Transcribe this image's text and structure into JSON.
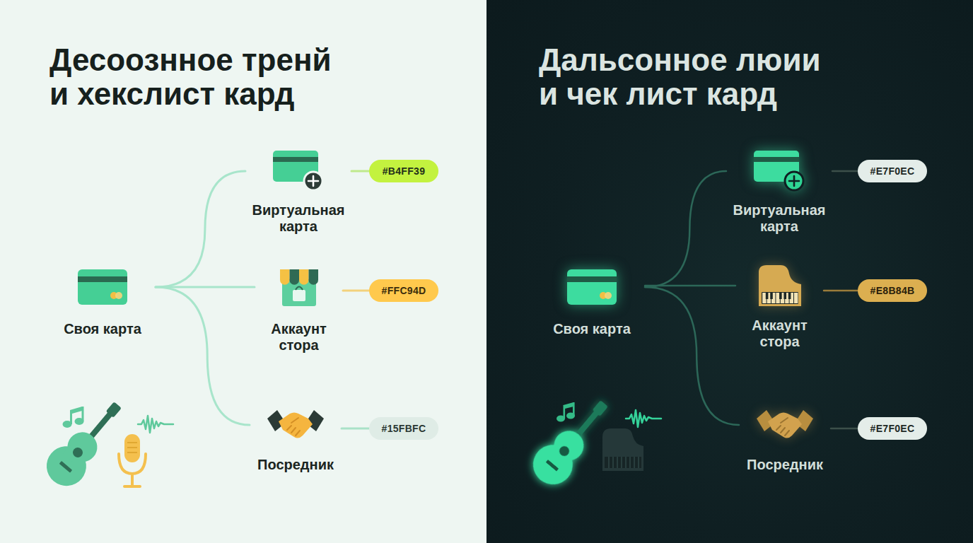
{
  "diagram": {
    "title": "Десоознное тренй и хекслист кард",
    "nodes": [
      {
        "text": [
          "Своя карта"
        ]
      },
      {
        "text": [
          "Виртуальная карта"
        ]
      },
      {
        "text": [
          "#B4FF39"
        ]
      },
      {
        "text": [
          "Аккаунт стора"
        ]
      },
      {
        "text": [
          "#FFC94D"
        ]
      },
      {
        "text": [
          "Посредник"
        ]
      },
      {
        "text": [
          "#15FBFC"
        ]
      },
      {
        "text": [
          "Своя карта"
        ]
      },
      {
        "text": [
          "Виртуальная карта"
        ]
      },
      {
        "text": [
          "#E7F0EC"
        ]
      },
      {
        "text": [
          "Аккаунт стора"
        ]
      },
      {
        "text": [
          "#E8B84B"
        ]
      },
      {
        "text": [
          "Посредник"
        ]
      },
      {
        "text": [
          "#E7F0EC"
        ]
      }
    ],
    "edges": [
      {
        "from": 0,
        "to": 1,
        "arrow": "none"
      },
      {
        "from": 0,
        "to": 3,
        "arrow": "none"
      },
      {
        "from": 0,
        "to": 5,
        "arrow": "none"
      },
      {
        "from": 1,
        "to": 2,
        "arrow": "none"
      },
      {
        "from": 3,
        "to": 4,
        "arrow": "none"
      },
      {
        "from": 5,
        "to": 6,
        "arrow": "none"
      },
      {
        "from": 7,
        "to": 8,
        "arrow": "none"
      },
      {
        "from": 7,
        "to": 10,
        "arrow": "none"
      },
      {
        "from": 7,
        "to": 12,
        "arrow": "none"
      },
      {
        "from": 8,
        "to": 9,
        "arrow": "none"
      },
      {
        "from": 10,
        "to": 11,
        "arrow": "none"
      },
      {
        "from": 12,
        "to": 13,
        "arrow": "none"
      }
    ],
    "labels": [
      "Дальсонное люии и чек лист кард"
    ]
  }
}
